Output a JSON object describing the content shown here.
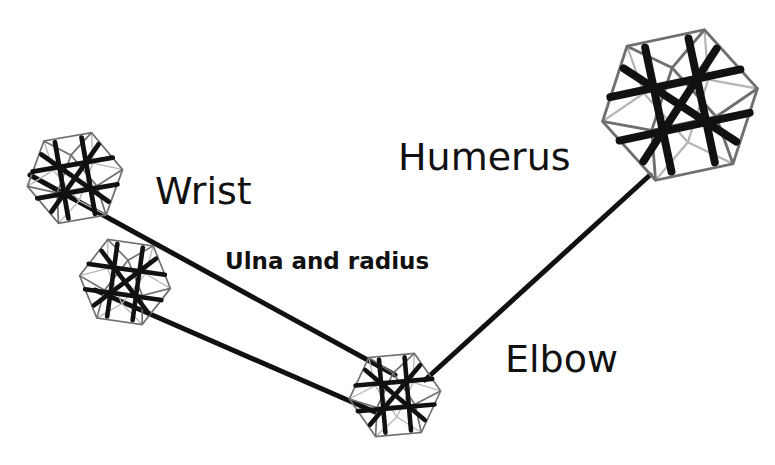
{
  "diagram": {
    "labels": [
      "Humerus",
      "Wrist",
      "Ulna and radius",
      "Elbow"
    ]
  }
}
